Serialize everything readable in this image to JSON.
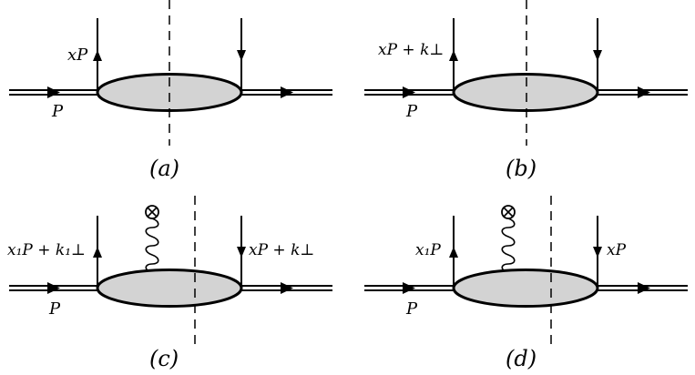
{
  "panels": [
    {
      "id": "a",
      "caption": "(a)",
      "left_label": "xP",
      "right_label": "",
      "bottom_label": "P",
      "has_gluon": false
    },
    {
      "id": "b",
      "caption": "(b)",
      "left_label": "xP + k⊥",
      "right_label": "",
      "bottom_label": "P",
      "has_gluon": false
    },
    {
      "id": "c",
      "caption": "(c)",
      "left_label": "x₁P + k₁⊥",
      "right_label": "xP + k⊥",
      "bottom_label": "P",
      "has_gluon": true
    },
    {
      "id": "d",
      "caption": "(d)",
      "left_label": "x₁P",
      "right_label": "xP",
      "bottom_label": "P",
      "has_gluon": true
    }
  ],
  "colors": {
    "blob_fill": "#d3d3d3",
    "stroke": "#000000"
  }
}
